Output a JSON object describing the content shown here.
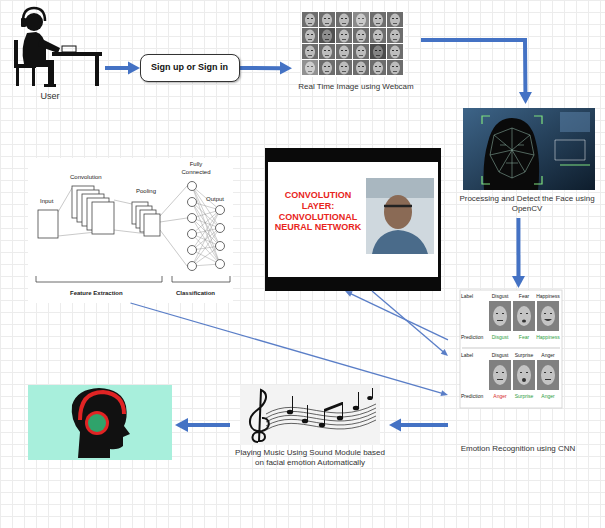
{
  "diagram": {
    "nodes": [
      {
        "text": [
          "User"
        ]
      },
      {
        "text": [
          "Sign up or Sign in"
        ]
      },
      {
        "text": [
          "Real Time Image using Webcam"
        ]
      },
      {
        "text": [
          "Input",
          "Convolution",
          "Pooling",
          "Fully Connected",
          "Output",
          "Feature Extraction",
          "Classification"
        ]
      },
      {
        "text": [
          "CONVOLUTION LAYER: CONVOLUTIONAL NEURAL NETWORK"
        ]
      },
      {
        "text": [
          "Processing and Detect the Face using OpenCV"
        ]
      },
      {
        "text": [
          "Emotion Recognition using CNN"
        ]
      },
      {
        "text": [
          "Playing Music Using Sound Module based on facial emotion Automatically"
        ]
      }
    ],
    "edges": [
      {
        "from": 0,
        "to": 1,
        "arrow": "to"
      },
      {
        "from": 1,
        "to": 2,
        "arrow": "to"
      },
      {
        "from": 2,
        "to": 5,
        "arrow": "to"
      },
      {
        "from": 5,
        "to": 6,
        "arrow": "to"
      },
      {
        "from": 6,
        "to": 7,
        "arrow": "to"
      },
      {
        "from": 3,
        "to": 6,
        "arrow": "to"
      },
      {
        "from": 6,
        "to": 4,
        "arrow": "to"
      },
      {
        "from": 4,
        "to": 6,
        "arrow": "to"
      }
    ],
    "labels": [
      "Label",
      "Disgust",
      "Fear",
      "Happiness",
      "Prediction",
      "Disgust",
      "Fear",
      "Happiness",
      "Label",
      "Disgust",
      "Surprise",
      "Anger",
      "Prediction",
      "Anger",
      "Surprise",
      "Anger"
    ]
  }
}
